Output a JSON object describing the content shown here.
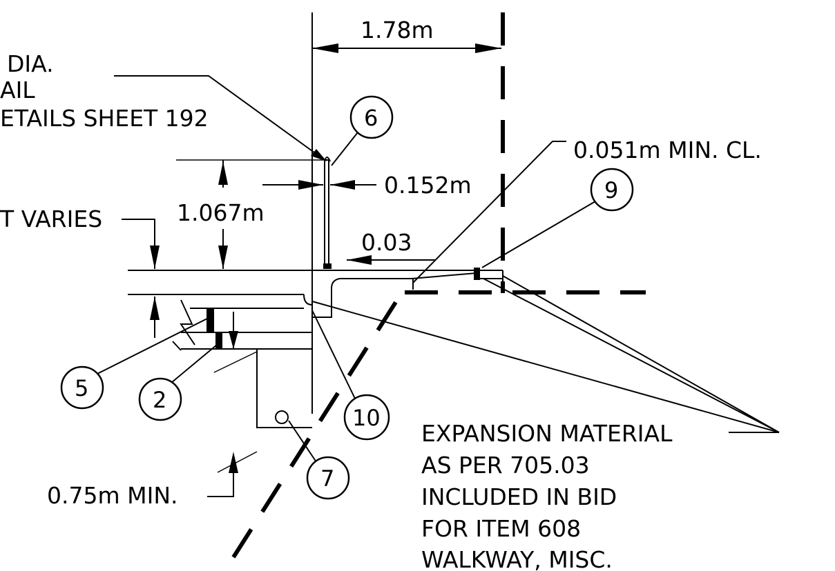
{
  "labels": {
    "dia": "DIA.",
    "rail": "AIL",
    "details_sheet": "ETAILS SHEET 192",
    "width_top": "1.78m",
    "rail_height": "1.067m",
    "rail_width": "0.152m",
    "varies": "T VARIES",
    "clearance": "0.051m MIN. CL.",
    "gap": "0.03",
    "min_depth": "0.75m MIN.",
    "note_line1": "EXPANSION MATERIAL",
    "note_line2": "AS PER 705.03",
    "note_line3": "INCLUDED IN BID",
    "note_line4": "FOR ITEM 608",
    "note_line5": "WALKWAY, MISC."
  },
  "callouts": {
    "c2": "2",
    "c5": "5",
    "c6": "6",
    "c7": "7",
    "c9": "9",
    "c10": "10"
  }
}
